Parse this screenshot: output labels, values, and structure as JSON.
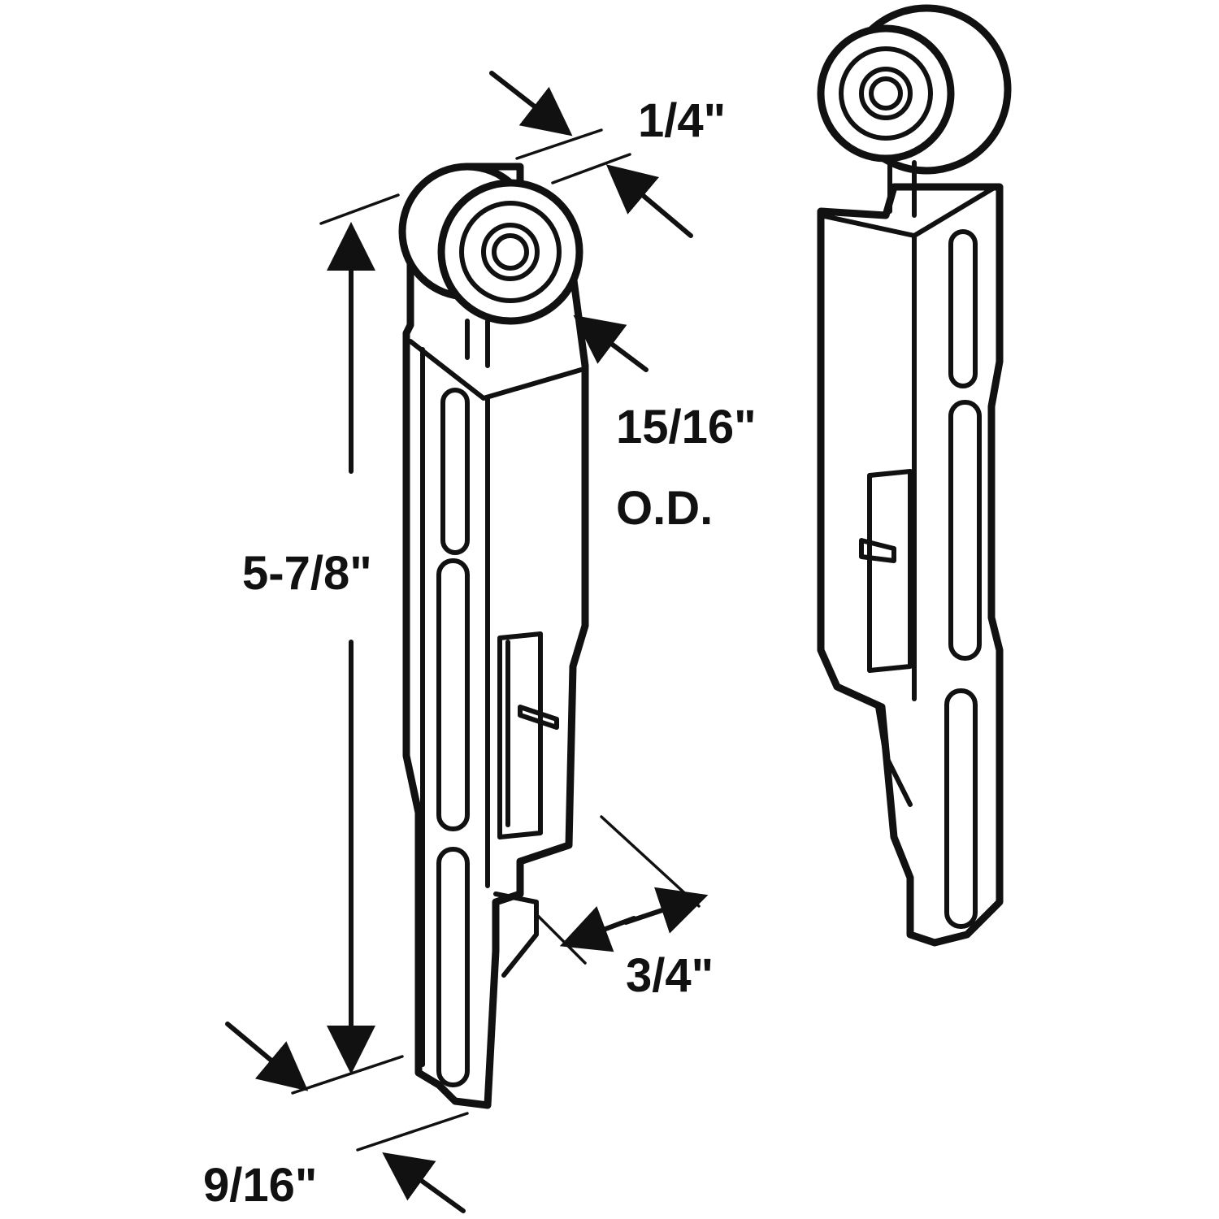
{
  "dimensions": {
    "width_top": "1/4\"",
    "wheel_od_value": "15/16\"",
    "wheel_od_suffix": "O.D.",
    "overall_length": "5-7/8\"",
    "body_width": "3/4\"",
    "bottom_width": "9/16\""
  },
  "colors": {
    "line": "#111111",
    "background": "#ffffff"
  }
}
